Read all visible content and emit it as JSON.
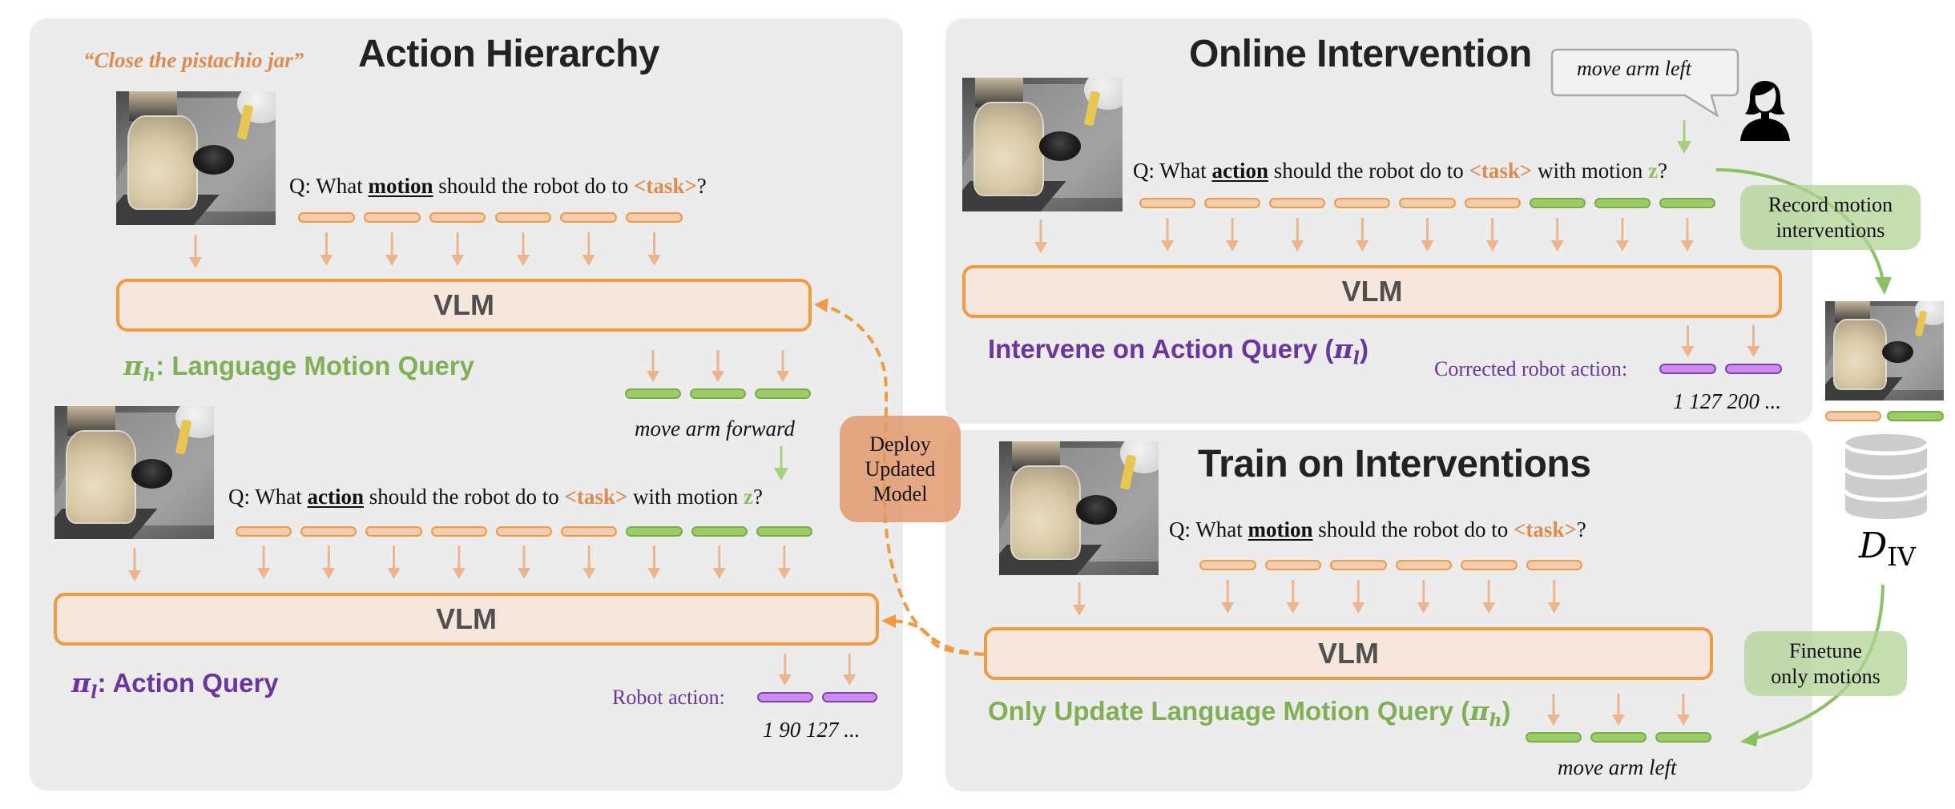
{
  "action_hierarchy": {
    "title": "Action Hierarchy",
    "task_instruction": "“Close the pistachio jar”",
    "motion_query": {
      "prefix": "Q: What ",
      "keyword": "motion",
      "middle": " should the robot do to ",
      "task_token": "<task>",
      "suffix": "?"
    },
    "vlm_label": "VLM",
    "pi_h_symbol": "π",
    "pi_h_subscript": "h",
    "pi_h_label": ": Language Motion Query",
    "motion_output": "move arm forward",
    "action_query": {
      "prefix": "Q: What ",
      "keyword": "action",
      "middle": " should the robot do to ",
      "task_token": "<task>",
      "motion_mid": " with motion ",
      "motion_var": "z",
      "suffix": "?"
    },
    "vlm2_label": "VLM",
    "pi_l_symbol": "π",
    "pi_l_subscript": "l",
    "pi_l_label": ": Action Query",
    "robot_action_label": "Robot action:",
    "robot_action_values": "1 90 127 ..."
  },
  "deploy": {
    "label_line1": "Deploy",
    "label_line2": "Updated",
    "label_line3": "Model"
  },
  "online_intervention": {
    "title": "Online Intervention",
    "speech": "move arm left",
    "action_query": {
      "prefix": "Q: What ",
      "keyword": "action",
      "middle": " should the robot do to ",
      "task_token": "<task>",
      "motion_mid": " with motion ",
      "motion_var": "z",
      "suffix": "?"
    },
    "vlm_label": "VLM",
    "label_text": "Intervene on Action Query (",
    "label_symbol": "π",
    "label_subscript": "l",
    "label_close": ")",
    "corrected_label": "Corrected robot action:",
    "corrected_values": "1 127 200 ..."
  },
  "record_note": {
    "line1": "Record motion",
    "line2": "interventions"
  },
  "dataset": {
    "symbol": "D",
    "subscript": "IV"
  },
  "finetune_note": {
    "line1": "Finetune",
    "line2": "only motions"
  },
  "train": {
    "title": "Train on Interventions",
    "motion_query": {
      "prefix": "Q: What ",
      "keyword": "motion",
      "middle": " should the robot do to ",
      "task_token": "<task>",
      "suffix": "?"
    },
    "vlm_label": "VLM",
    "label_text": "Only Update Language Motion Query (",
    "label_symbol": "π",
    "label_subscript": "h",
    "label_close": ")",
    "motion_output": "move arm left"
  },
  "colors": {
    "panel": "#ececec",
    "vlm_fill": "#f7e6db",
    "vlm_border": "#f09a44",
    "token_orange": "#f4ccb0",
    "token_green": "#9ccc66",
    "token_purple": "#d08af0",
    "task_orange": "#e08a4e",
    "label_green": "#7fb055",
    "label_purple": "#6a35a0",
    "deploy_box": "#e6a57c",
    "note_green": "#c4dcb0"
  }
}
